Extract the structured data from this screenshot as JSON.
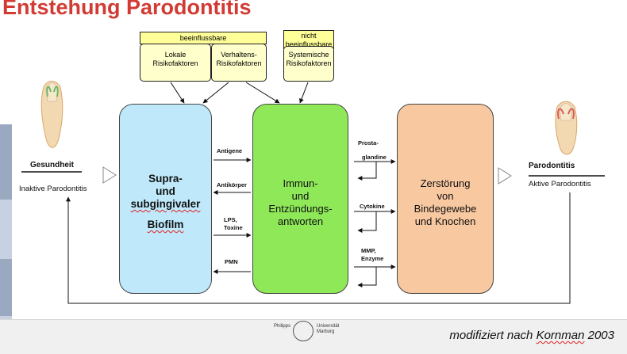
{
  "title": "Entstehung Parodontitis",
  "risk": {
    "beeinflussbare": "beeinflussbare",
    "lokale": [
      "Lokale",
      "Risikofaktoren"
    ],
    "verhaltens": [
      "Verhaltens-",
      "Risikofaktoren"
    ],
    "nicht": [
      "nicht",
      "beeinflussbare"
    ],
    "systemische": [
      "Systemische",
      "Risikofaktoren"
    ]
  },
  "boxes": {
    "biofilm": [
      "Supra-",
      "und",
      "subgingivaler",
      "Biofilm"
    ],
    "immune": [
      "Immun-",
      "und",
      "Entzündungs-",
      "antworten"
    ],
    "zerstoerung": [
      "Zerstörung",
      "von",
      "Bindegewebe",
      "und Knochen"
    ]
  },
  "arrows_left": {
    "antigene": "Antigene",
    "antikoerper": "Antikörper",
    "lps": [
      "LPS,",
      "Toxine"
    ],
    "pmn": "PMN"
  },
  "arrows_right": {
    "prosta": [
      "Prosta-",
      "glandine"
    ],
    "cytokine": "Cytokine",
    "mmp": [
      "MMP,",
      "Enzyme"
    ]
  },
  "left_state": {
    "heading": "Gesundheit",
    "sub": "Inaktive Parodontitis"
  },
  "right_state": {
    "heading": "Parodontitis",
    "sub": "Aktive Parodontitis"
  },
  "logo": {
    "left": "Philipps",
    "right": [
      "Universität",
      "Marburg"
    ]
  },
  "credit": {
    "prefix": "modifiziert nach ",
    "author": "Kornman",
    "year": " 2003"
  }
}
